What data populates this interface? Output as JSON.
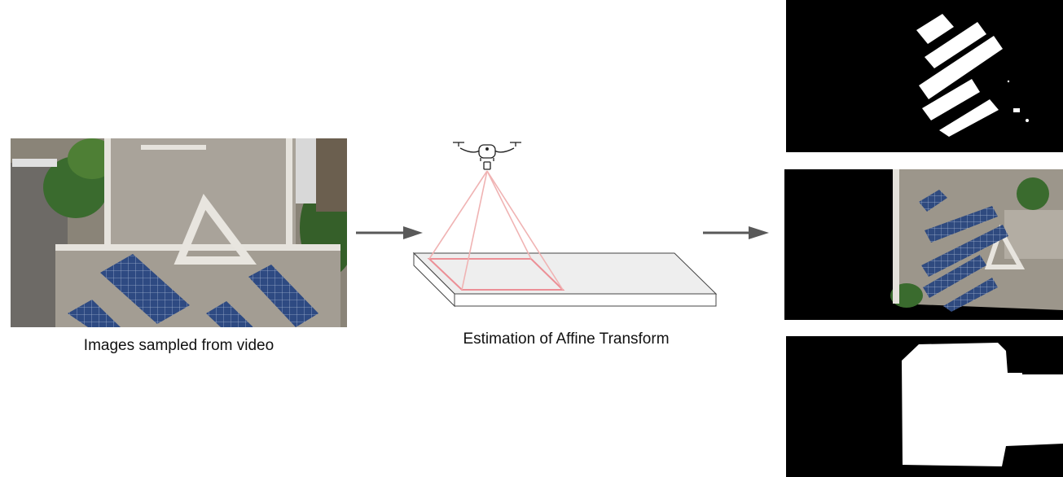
{
  "captions": {
    "input": "Images sampled from video",
    "transform": "Estimation of Affine Transform"
  },
  "images": {
    "input_photo": "aerial-rooftop-solar-photo",
    "output_top": "solar-panel-mask",
    "output_middle": "registered-aerial-image",
    "output_bottom": "roof-mask"
  },
  "colors": {
    "arrow": "#595959",
    "frustum": "#f0b3b3",
    "footprint": "#ec8f96",
    "plane_fill": "#eeeeee",
    "plane_stroke": "#444444",
    "mask_bg": "#000000",
    "mask_fg": "#ffffff",
    "panel_blue": "#2f4a7f",
    "roof_gray": "#a9a39a",
    "tree_green": "#3a6b2e"
  }
}
